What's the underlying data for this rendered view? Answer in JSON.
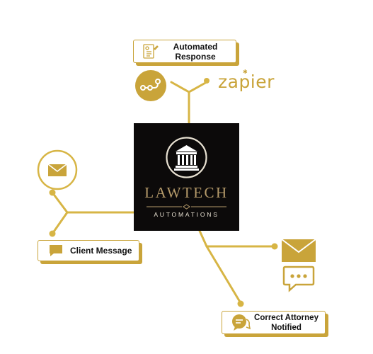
{
  "nodes": {
    "automated_response": "Automated\nResponse",
    "client_message": "Client Message",
    "correct_attorney": "Correct Attorney\nNotified"
  },
  "brand": {
    "name": "LAWTECH",
    "tagline": "AUTOMATIONS"
  },
  "integrations": {
    "zapier": "zapier"
  },
  "icons": {
    "document": "document-icon",
    "workflow": "workflow-icon",
    "mail_outline": "mail-icon",
    "chat": "chat-icon",
    "mail_filled": "mail-filled-icon",
    "speech_bubble": "speech-bubble-icon",
    "courthouse": "courthouse-icon",
    "conversation": "conversation-icon"
  },
  "colors": {
    "accent": "#c9a43a",
    "logo_background": "#0c0a0a"
  }
}
